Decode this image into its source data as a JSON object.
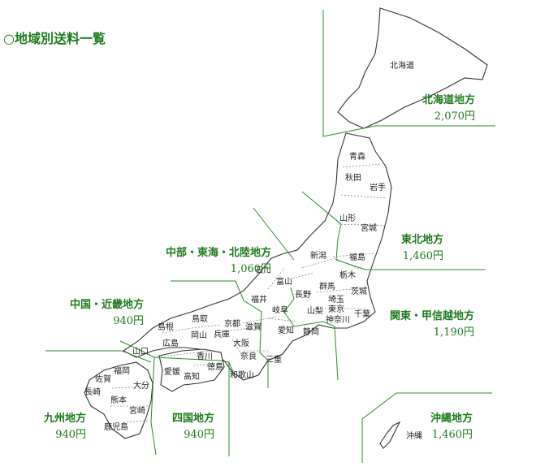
{
  "title": "○地域別送料一覧",
  "colors": {
    "accent": "#1f7a1f",
    "divider": "#2e8b2e",
    "outline": "#333333"
  },
  "regions": {
    "hokkaido": {
      "name": "北海道地方",
      "price": "2,070円"
    },
    "tohoku": {
      "name": "東北地方",
      "price": "1,460円"
    },
    "kanto": {
      "name": "関東・甲信越地方",
      "price": "1,190円"
    },
    "chubu": {
      "name": "中部・東海・北陸地方",
      "price": "1,060円"
    },
    "chugoku": {
      "name": "中国・近畿地方",
      "price": "940円"
    },
    "kyushu": {
      "name": "九州地方",
      "price": "940円"
    },
    "shikoku": {
      "name": "四国地方",
      "price": "940円"
    },
    "okinawa": {
      "name": "沖縄地方",
      "price": "1,460円"
    }
  },
  "prefectures": {
    "hokkaido": "北海道",
    "aomori": "青森",
    "akita": "秋田",
    "iwate": "岩手",
    "yamagata": "山形",
    "miyagi": "宮城",
    "fukushima": "福島",
    "niigata": "新潟",
    "tochigi": "栃木",
    "ibaraki": "茨城",
    "gunma": "群馬",
    "saitama": "埼玉",
    "tokyo": "東京",
    "chiba": "千葉",
    "kanagawa": "神奈川",
    "yamanashi": "山梨",
    "nagano": "長野",
    "toyama": "富山",
    "ishikawa": "石川",
    "fukui": "福井",
    "gifu": "岐阜",
    "shizuoka": "静岡",
    "aichi": "愛知",
    "mie": "三重",
    "shiga": "滋賀",
    "kyoto": "京都",
    "osaka": "大阪",
    "hyogo": "兵庫",
    "nara": "奈良",
    "wakayama": "和歌山",
    "tottori": "鳥取",
    "shimane": "島根",
    "okayama": "岡山",
    "hiroshima": "広島",
    "yamaguchi": "山口",
    "kagawa": "香川",
    "tokushima": "徳島",
    "ehime": "愛媛",
    "kochi": "高知",
    "fukuoka": "福岡",
    "saga": "佐賀",
    "nagasaki": "長崎",
    "oita": "大分",
    "kumamoto": "熊本",
    "miyazaki": "宮崎",
    "kagoshima": "鹿児島",
    "okinawa": "沖縄"
  }
}
